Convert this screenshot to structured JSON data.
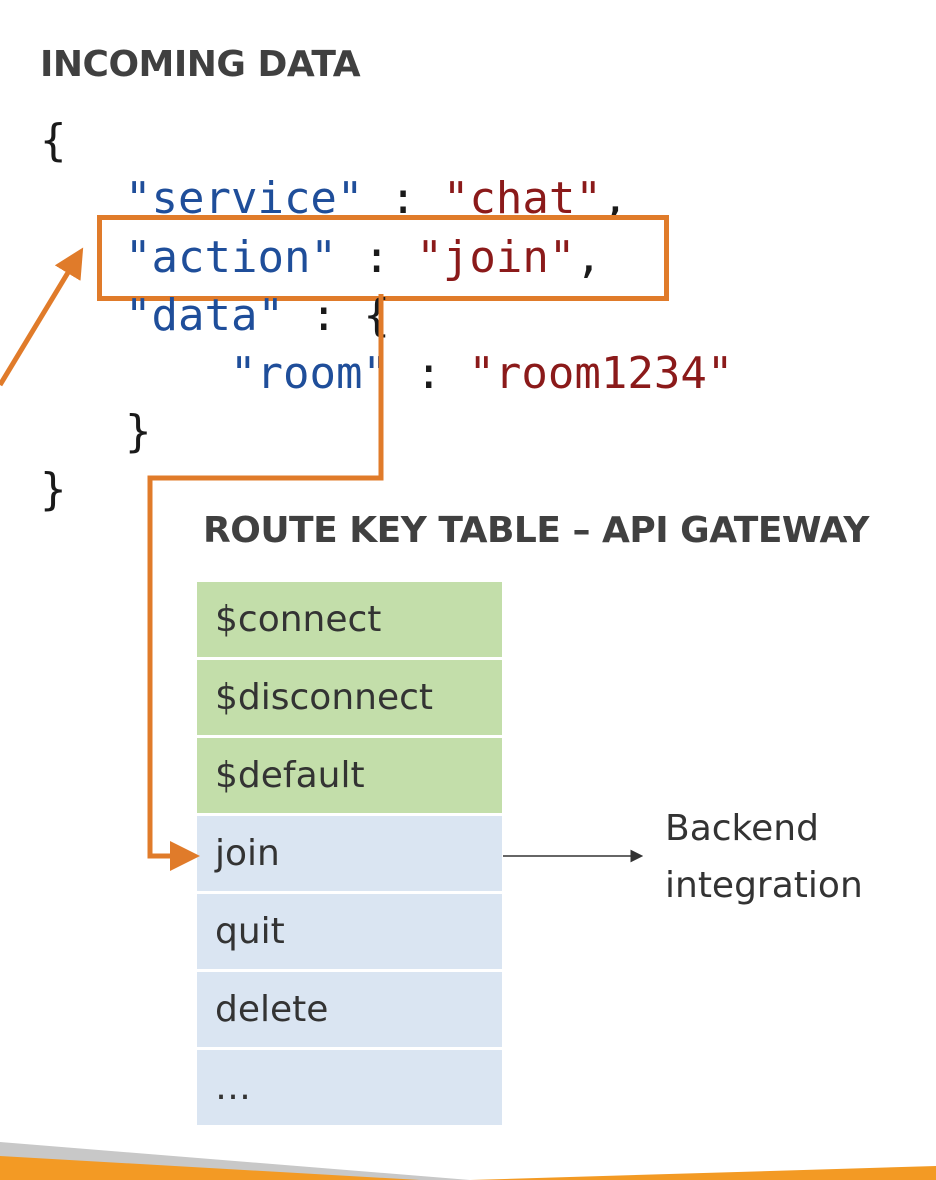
{
  "incoming": {
    "title": "INCOMING DATA",
    "lines": {
      "open_brace": "{",
      "service_key": "\"service\"",
      "service_colon": " : ",
      "service_value": "\"chat\"",
      "service_comma": ",",
      "action_key": "\"action\"",
      "action_colon": " : ",
      "action_value": "\"join\"",
      "action_comma": ",",
      "data_key": "\"data\"",
      "data_colon": " : ",
      "data_open": "{",
      "room_key": "\"room\"",
      "room_colon": " : ",
      "room_value": "\"room1234\"",
      "inner_close": "}",
      "outer_close": "}"
    }
  },
  "route_table": {
    "title": "ROUTE KEY TABLE – API GATEWAY",
    "rows": [
      {
        "label": "$connect",
        "kind": "green"
      },
      {
        "label": "$disconnect",
        "kind": "green"
      },
      {
        "label": "$default",
        "kind": "green"
      },
      {
        "label": "join",
        "kind": "blue"
      },
      {
        "label": "quit",
        "kind": "blue"
      },
      {
        "label": "delete",
        "kind": "blue"
      },
      {
        "label": "…",
        "kind": "blue"
      }
    ]
  },
  "backend": {
    "line1": "Backend",
    "line2": "integration"
  },
  "colors": {
    "accent_orange": "#e07b2a",
    "key_blue": "#1f4e9a",
    "string_red": "#8b1a1a",
    "row_green": "#c3deaa",
    "row_blue": "#dae5f2",
    "band_orange": "#f39a24"
  }
}
